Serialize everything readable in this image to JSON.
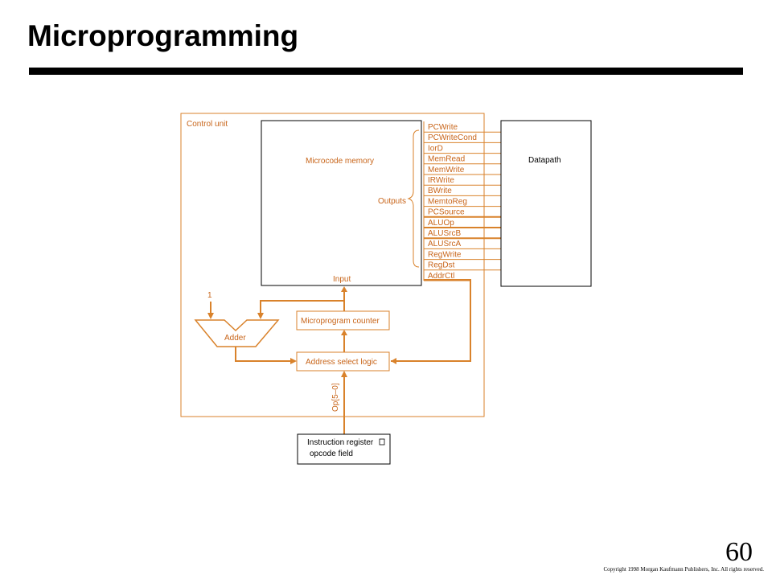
{
  "slide": {
    "title": "Microprogramming",
    "page_number": "60",
    "copyright": "Copyright 1998 Morgan Kaufmann Publishers, Inc. All rights reserved."
  },
  "colors": {
    "accent": "#d9822b",
    "label": "#c8651a",
    "black": "#000000"
  },
  "diagram": {
    "control_unit_label": "Control unit",
    "microcode_memory_label": "Microcode memory",
    "outputs_label": "Outputs",
    "input_label": "Input",
    "datapath_label": "Datapath",
    "constant_one": "1",
    "adder_label": "Adder",
    "microprogram_counter_label": "Microprogram counter",
    "address_select_logic_label": "Address select logic",
    "op_label": "Op[5–0]",
    "instruction_register_line1": "Instruction register",
    "instruction_register_line2": "opcode field",
    "outputs": [
      "PCWrite",
      "PCWriteCond",
      "IorD",
      "MemRead",
      "MemWrite",
      "IRWrite",
      "BWrite",
      "MemtoReg",
      "PCSource",
      "ALUOp",
      "ALUSrcB",
      "ALUSrcA",
      "RegWrite",
      "RegDst",
      "AddrCtl"
    ]
  }
}
